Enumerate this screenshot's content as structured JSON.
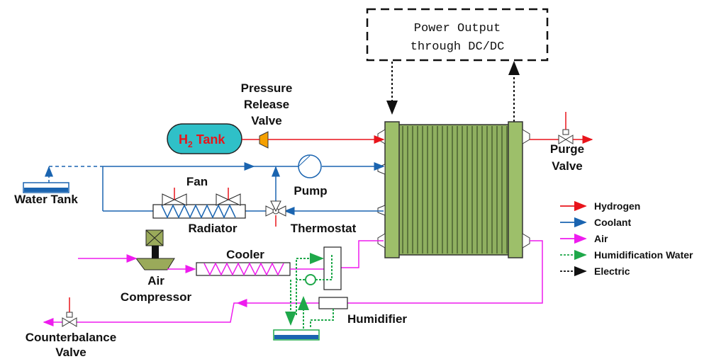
{
  "power_box": {
    "line1": "Power Output",
    "line2": "through DC/DC"
  },
  "labels": {
    "pressure_release_valve": [
      "Pressure",
      "Release",
      "Valve"
    ],
    "h2_tank": {
      "prefix": "H",
      "subscript": "2",
      "suffix": " Tank"
    },
    "water_tank": "Water Tank",
    "fan": "Fan",
    "pump": "Pump",
    "radiator": "Radiator",
    "thermostat": "Thermostat",
    "cooler": "Cooler",
    "air_compressor": [
      "Air",
      "Compressor"
    ],
    "humidifier": "Humidifier",
    "counterbalance_valve": [
      "Counterbalance",
      "Valve"
    ],
    "purge_valve": [
      "Purge",
      "Valve"
    ]
  },
  "legend": [
    {
      "label": "Hydrogen",
      "color": "#e8141b",
      "style": "solid"
    },
    {
      "label": "Coolant",
      "color": "#1a64b0",
      "style": "solid"
    },
    {
      "label": "Air",
      "color": "#ee1cee",
      "style": "solid"
    },
    {
      "label": "Humidification Water",
      "color": "#1fa84a",
      "style": "dotted"
    },
    {
      "label": "Electric",
      "color": "#111111",
      "style": "dotted"
    }
  ],
  "colors": {
    "hydrogen": "#e8141b",
    "coolant": "#1a64b0",
    "air": "#ee1cee",
    "water": "#1fa84a",
    "stack": "#8fb060",
    "tank": "#2fc0c8",
    "compressor": "#9aaa5a",
    "valve": "#f5a000"
  }
}
